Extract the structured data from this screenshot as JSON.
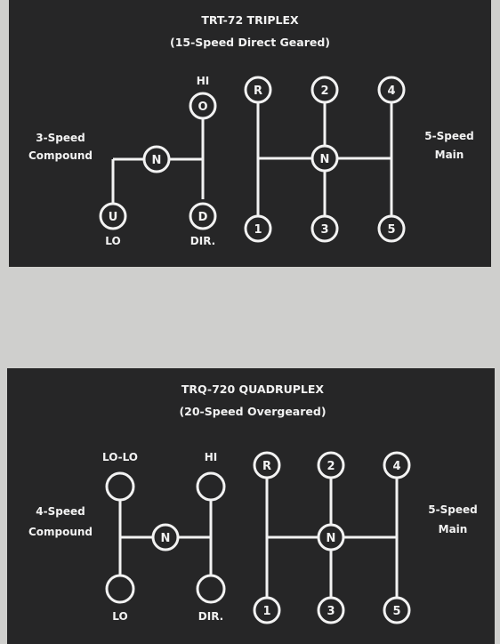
{
  "colors": {
    "background": "#cfcfcd",
    "panel": "#262627",
    "ink": "#f2f2f2"
  },
  "diagrams": [
    {
      "title": "TRT-72 TRIPLEX",
      "subtitle": "(15-Speed Direct Geared)",
      "left_label": [
        "3-Speed",
        "Compound"
      ],
      "right_label": [
        "5-Speed",
        "Main"
      ],
      "compound_labels": {
        "top_right": "HI",
        "bottom_left": "LO",
        "bottom_right": "DIR."
      },
      "compound_circles": {
        "top": "O",
        "neutral": "N",
        "low": "U",
        "direct": "D"
      },
      "main_circles": {
        "reverse": "R",
        "second": "2",
        "fourth": "4",
        "neutral": "N",
        "first": "1",
        "third": "3",
        "fifth": "5"
      }
    },
    {
      "title": "TRQ-720 QUADRUPLEX",
      "subtitle": "(20-Speed Overgeared)",
      "left_label": [
        "4-Speed",
        "Compound"
      ],
      "right_label": [
        "5-Speed",
        "Main"
      ],
      "compound_labels": {
        "top_left": "LO-LO",
        "top_right": "HI",
        "bottom_left": "LO",
        "bottom_right": "DIR."
      },
      "compound_circles": {
        "neutral": "N"
      },
      "main_circles": {
        "reverse": "R",
        "second": "2",
        "fourth": "4",
        "neutral": "N",
        "first": "1",
        "third": "3",
        "fifth": "5"
      }
    }
  ]
}
